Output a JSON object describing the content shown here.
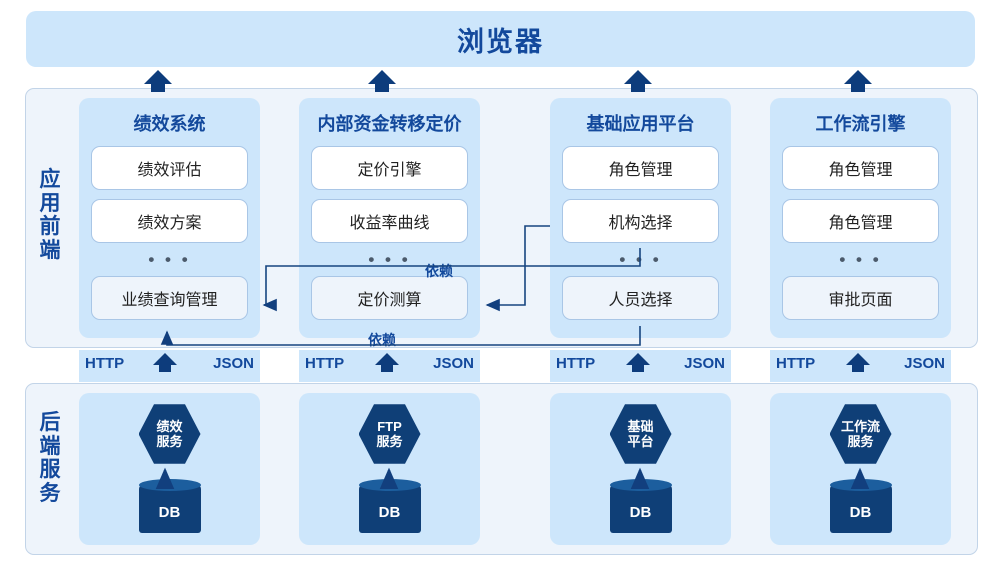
{
  "browser": {
    "title": "浏览器"
  },
  "layers": {
    "frontend_label": "应用前端",
    "backend_label": "后端服务"
  },
  "protocol": {
    "request_label": "HTTP",
    "response_label": "JSON",
    "arrow_icon": "up-arrow-icon"
  },
  "dependency_label": "依赖",
  "ellipsis": "• • •",
  "colors": {
    "browser_bg": "#cde6fb",
    "panel_bg": "#cde6fb",
    "row_bg": "#eef4fb",
    "accent": "#13499c",
    "deep_blue": "#0f3f77",
    "module_border": "#a9c6e6"
  },
  "columns": [
    {
      "id": "performance",
      "title": "绩效系统",
      "modules": [
        "绩效评估",
        "绩效方案",
        "业绩查询管理"
      ],
      "service": {
        "name": "绩效服务",
        "lines": [
          "绩效",
          "服务"
        ]
      },
      "database": "DB"
    },
    {
      "id": "ftp",
      "title": "内部资金转移定价",
      "modules": [
        "定价引擎",
        "收益率曲线",
        "定价测算"
      ],
      "service": {
        "name": "FTP服务",
        "lines": [
          "FTP",
          "服务"
        ]
      },
      "database": "DB"
    },
    {
      "id": "platform",
      "title": "基础应用平台",
      "modules": [
        "角色管理",
        "机构选择",
        "人员选择"
      ],
      "service": {
        "name": "基础平台",
        "lines": [
          "基础",
          "平台"
        ]
      },
      "database": "DB"
    },
    {
      "id": "workflow",
      "title": "工作流引擎",
      "modules": [
        "角色管理",
        "角色管理",
        "审批页面"
      ],
      "service": {
        "name": "工作流服务",
        "lines": [
          "工作流",
          "服务"
        ]
      },
      "database": "DB"
    }
  ],
  "dependencies": [
    {
      "from": "机构选择",
      "to": "定价测算",
      "label": "依赖"
    },
    {
      "from": "机构选择",
      "to": "业绩查询管理",
      "label": "依赖"
    },
    {
      "from": "人员选择",
      "to": "业绩查询管理",
      "label": "依赖"
    }
  ]
}
